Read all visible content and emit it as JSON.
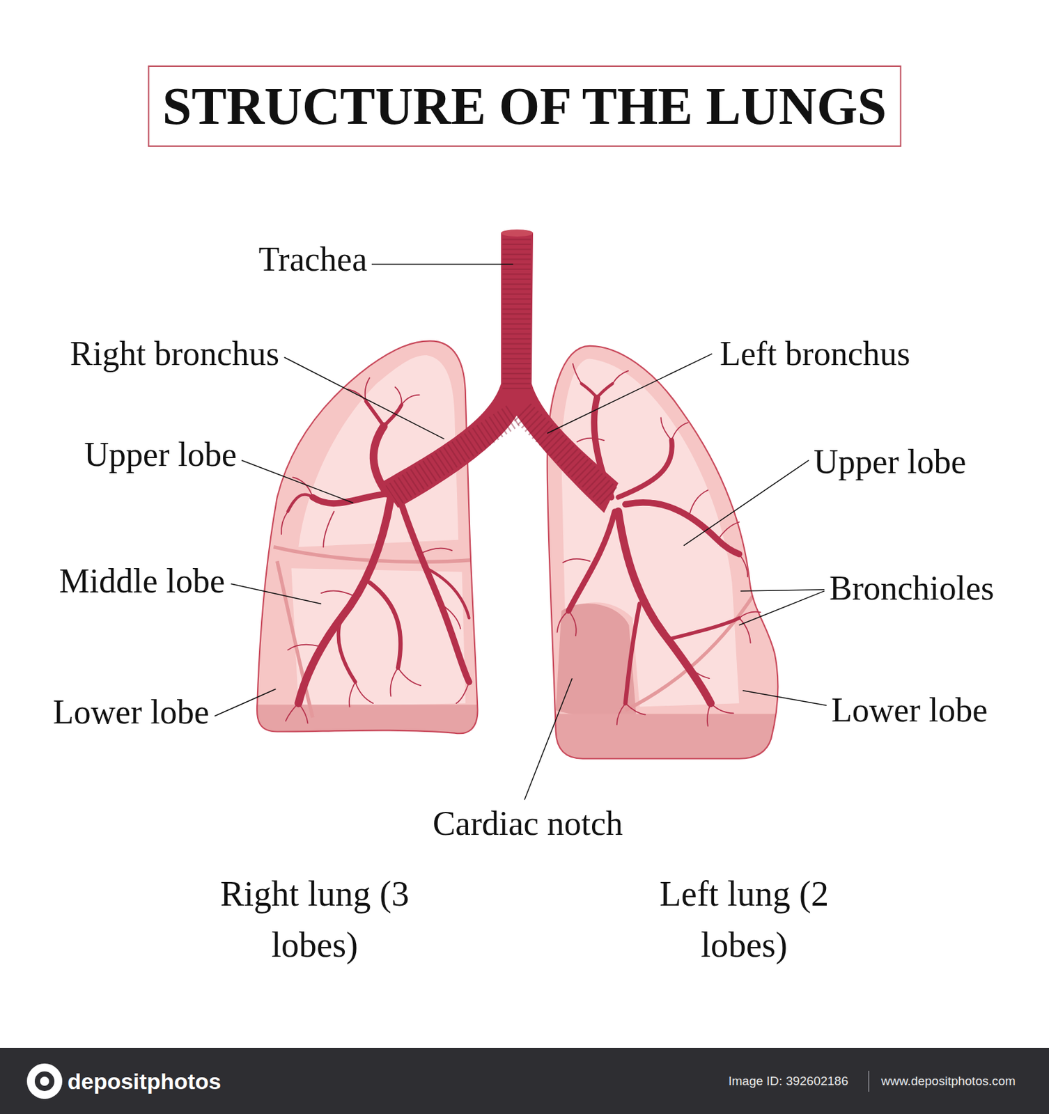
{
  "diagram": {
    "title": "STRUCTURE OF THE LUNGS",
    "labels": [
      "Trachea",
      "Right bronchus",
      "Left bronchus",
      "Upper lobe",
      "Upper lobe",
      "Middle lobe",
      "Bronchioles",
      "Lower lobe",
      "Lower lobe",
      "Cardiac notch",
      "Right lung (3 lobes)",
      "Left lung (2 lobes)",
      "depositphotos",
      "Image ID: 392602186",
      "www.depositphotos.com"
    ]
  }
}
